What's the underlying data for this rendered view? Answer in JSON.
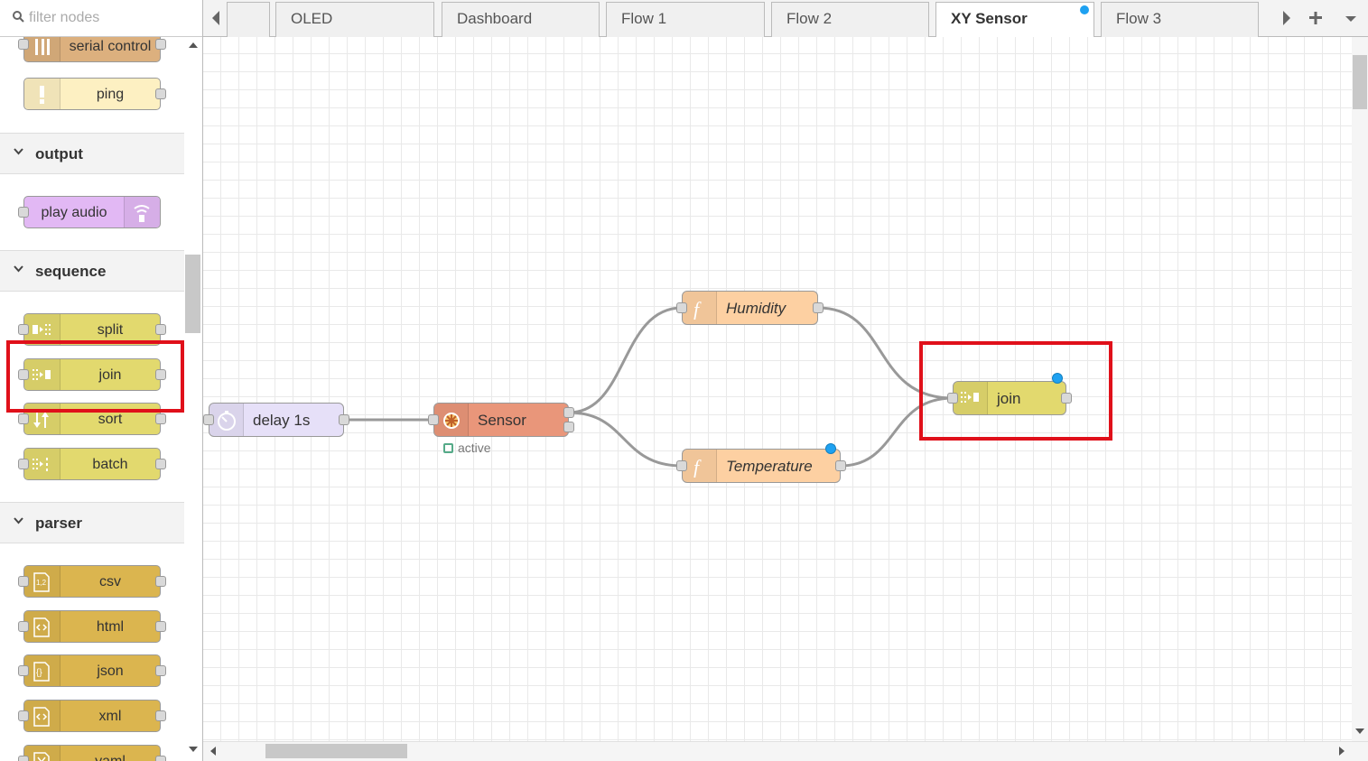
{
  "palette": {
    "search_placeholder": "filter nodes",
    "nodes_top": [
      {
        "label": "serial control",
        "color": "#dcb07e"
      },
      {
        "label": "ping",
        "color": "#fdf0c2"
      }
    ],
    "categories": {
      "output": {
        "label": "output",
        "nodes": [
          {
            "label": "play audio",
            "color": "#e2b8f4"
          }
        ]
      },
      "sequence": {
        "label": "sequence",
        "nodes": [
          {
            "label": "split",
            "color": "#e2d96e"
          },
          {
            "label": "join",
            "color": "#e2d96e"
          },
          {
            "label": "sort",
            "color": "#e2d96e"
          },
          {
            "label": "batch",
            "color": "#e2d96e"
          }
        ]
      },
      "parser": {
        "label": "parser",
        "nodes": [
          {
            "label": "csv",
            "color": "#dbb54f"
          },
          {
            "label": "html",
            "color": "#dbb54f"
          },
          {
            "label": "json",
            "color": "#dbb54f"
          },
          {
            "label": "xml",
            "color": "#dbb54f"
          },
          {
            "label": "yaml",
            "color": "#dbb54f"
          }
        ]
      }
    }
  },
  "tabs": [
    {
      "label": ""
    },
    {
      "label": "OLED"
    },
    {
      "label": "Dashboard"
    },
    {
      "label": "Flow 1"
    },
    {
      "label": "Flow 2"
    },
    {
      "label": "XY Sensor",
      "active": true,
      "changed": true
    },
    {
      "label": "Flow 3"
    }
  ],
  "flow": {
    "nodes": {
      "delay": {
        "label": "delay 1s",
        "color": "#e6e0f8"
      },
      "sensor": {
        "label": "Sensor",
        "color": "#e9967a",
        "status": "active"
      },
      "humidity": {
        "label": "Humidity",
        "color": "#fdd0a2"
      },
      "temperature": {
        "label": "Temperature",
        "color": "#fdd0a2"
      },
      "join": {
        "label": "join",
        "color": "#e2d96e"
      }
    }
  },
  "highlight_color": "#e0101a",
  "change_dot_color": "#1ea1f1"
}
